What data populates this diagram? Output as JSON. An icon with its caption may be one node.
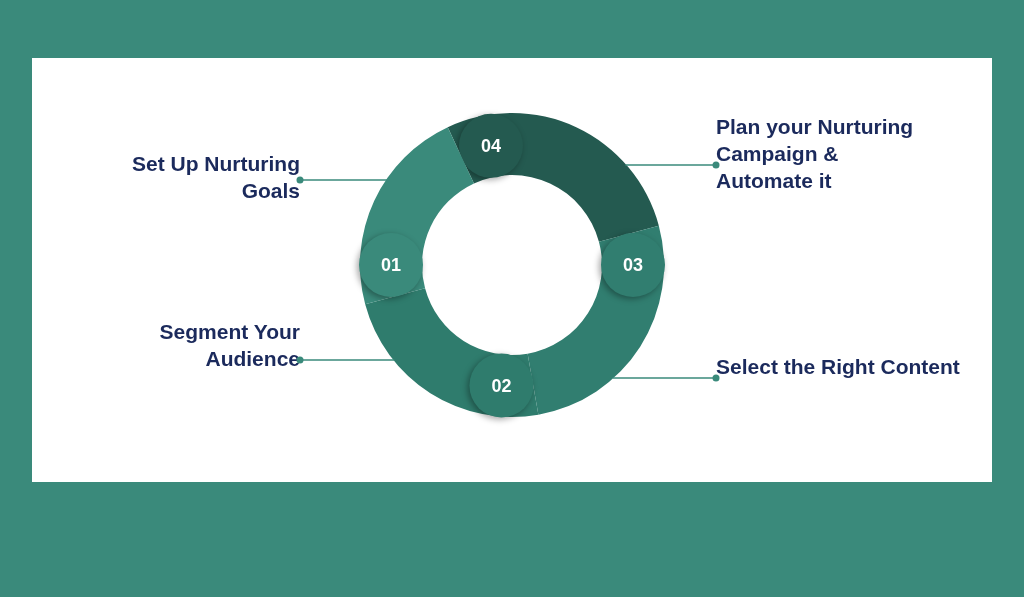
{
  "diagram": {
    "nodes": [
      {
        "text": [
          "Set Up Nurturing Goals"
        ]
      },
      {
        "text": [
          "Plan your Nurturing Campaign & Automate it"
        ]
      },
      {
        "text": [
          "Segment Your Audience"
        ]
      },
      {
        "text": [
          "Select the Right Content"
        ]
      },
      {
        "text": [
          "01"
        ]
      },
      {
        "text": [
          "02"
        ]
      },
      {
        "text": [
          "03"
        ]
      },
      {
        "text": [
          "04"
        ]
      }
    ],
    "edges": [
      {
        "from": 0,
        "to": 4,
        "arrow": "other"
      },
      {
        "from": 1,
        "to": 7,
        "arrow": "other"
      },
      {
        "from": 2,
        "to": 5,
        "arrow": "other"
      },
      {
        "from": 3,
        "to": 6,
        "arrow": "other"
      }
    ]
  }
}
